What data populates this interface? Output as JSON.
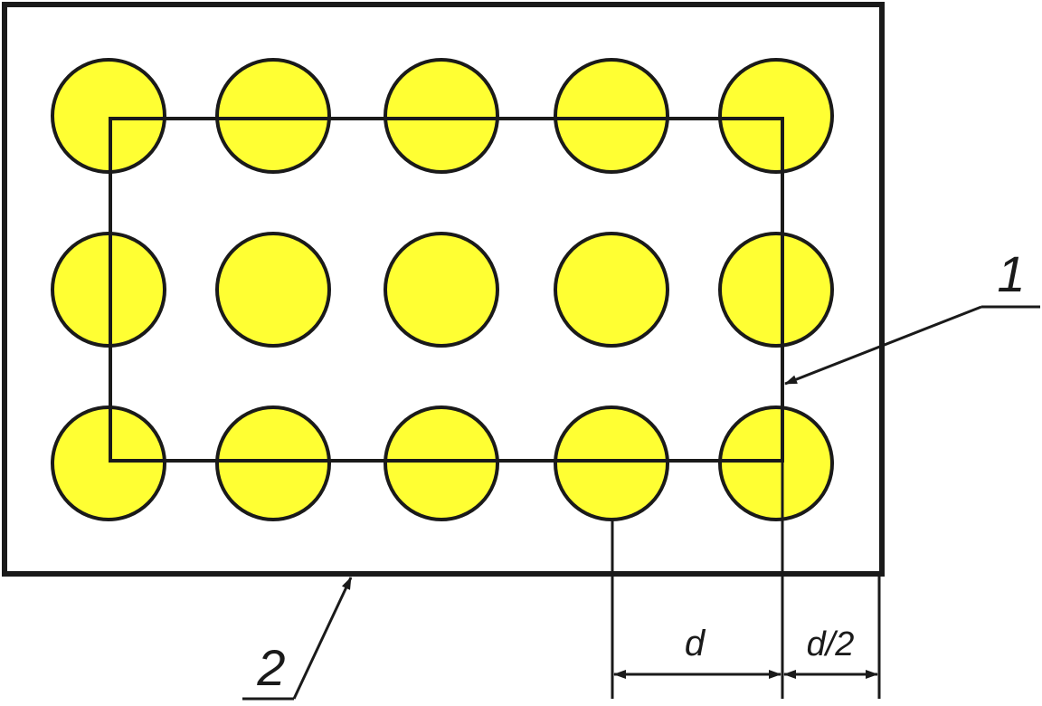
{
  "diagram": {
    "colors": {
      "circle_fill": "#ffff33",
      "stroke": "#1a1a1a",
      "background": "#ffffff"
    },
    "grid": {
      "rows": 3,
      "cols": 5
    },
    "labels": {
      "callout_1": "1",
      "callout_2": "2",
      "dim_d": "d",
      "dim_half_d": "d/2"
    }
  }
}
